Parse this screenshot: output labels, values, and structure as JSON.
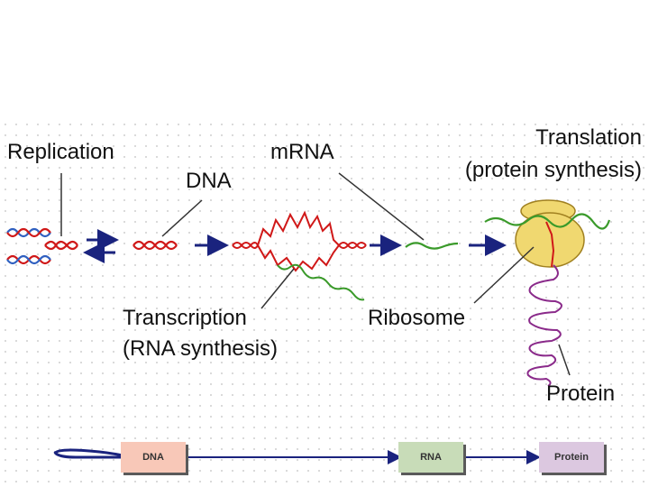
{
  "labels": {
    "replication": "Replication",
    "dna": "DNA",
    "mrna": "mRNA",
    "translation_line1": "Translation",
    "translation_line2": "(protein synthesis)",
    "transcription_line1": "Transcription",
    "transcription_line2": "(RNA synthesis)",
    "ribosome": "Ribosome",
    "protein": "Protein"
  },
  "flow": {
    "dna_box": "DNA",
    "rna_box": "RNA",
    "protein_box": "Protein"
  },
  "colors": {
    "dna_strand": "#d01818",
    "dna_strand_blue": "#3060c0",
    "rna_strand": "#3a9a2a",
    "ribosome": "#f0d870",
    "protein_chain": "#8a2a8a",
    "arrow": "#1a237e",
    "dna_box": "#f8c8b8",
    "rna_box": "#c8dcb8",
    "protein_box": "#dcc8e0"
  }
}
